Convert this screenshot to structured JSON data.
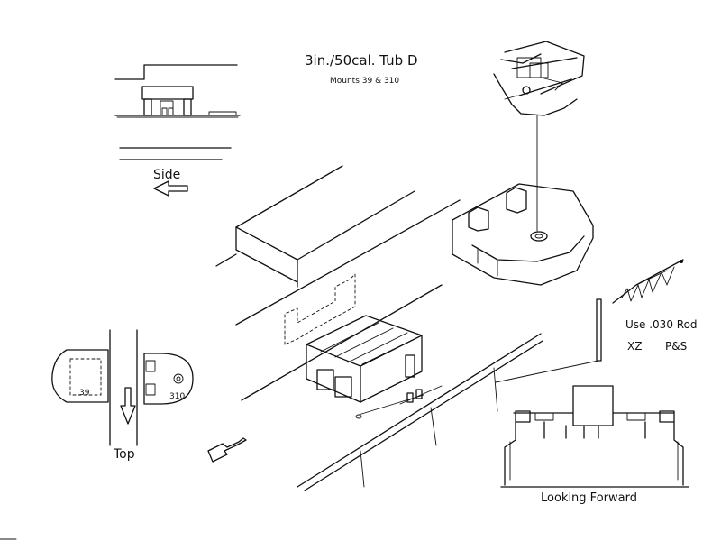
{
  "title": "3in./50cal.  Tub D",
  "subtitle": "Mounts 39 & 310",
  "views": {
    "side": "Side",
    "top": "Top",
    "looking_forward": "Looking Forward"
  },
  "mounts": {
    "m39": "39",
    "m310": "310"
  },
  "notes": {
    "rod": "Use .030 Rod",
    "xz": "XZ",
    "ps": "P&S"
  }
}
